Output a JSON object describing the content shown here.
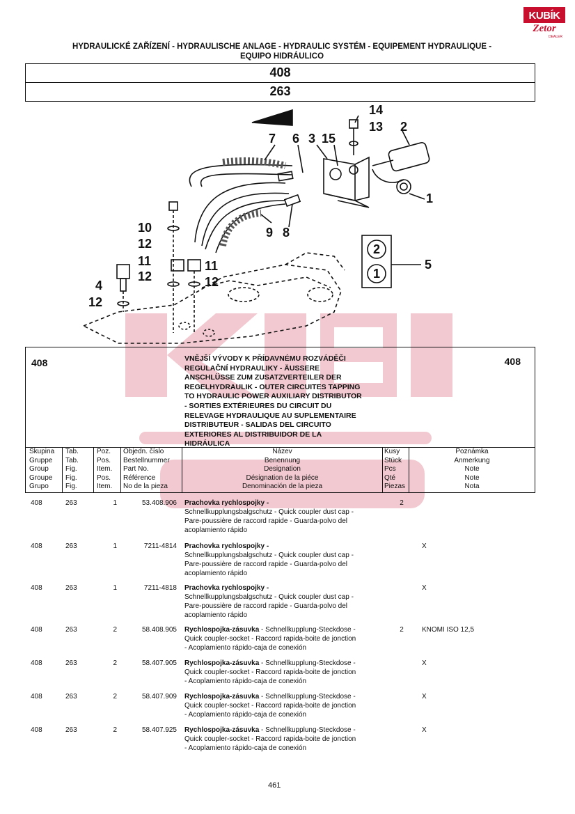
{
  "logo": {
    "brand": "KUBÍK",
    "sub": "Zetor",
    "dealer": "DEALER"
  },
  "header": {
    "title_line1": "HYDRAULICKÉ ZAŘÍZENÍ - HYDRAULISCHE ANLAGE - HYDRAULIC SYSTÉM - EQUIPEMENT HYDRAULIQUE -",
    "title_line2": "EQUIPO HIDRÁULICO",
    "group": "408",
    "figure": "263"
  },
  "diagram": {
    "callouts": [
      "14",
      "13",
      "2",
      "7",
      "6",
      "3",
      "15",
      "1",
      "10",
      "12",
      "9",
      "8",
      "5",
      "11",
      "11",
      "4",
      "12",
      "12",
      "12"
    ],
    "box_labels": [
      "2",
      "1"
    ]
  },
  "description": {
    "group_left": "408",
    "group_right": "408",
    "lines": [
      "VNĚJŠÍ VÝVODY K PŘÍDAVNÉMU ROZVÁDĚČI",
      "REGULAČNÍ HYDRAULIKY - ÄUSSERE",
      "ANSCHLÜSSE ZUM ZUSATZVERTEILER DER",
      "REGELHYDRAULIK - OUTER CIRCUITES TAPPING",
      "TO  HYDRAULIC POWER AUXILIARY DISTRIBUTOR",
      "- SORTIES EXTÉRIEURES DU CIRCUIT DU",
      "RELEVAGE HYDRAULIQUE AU SUPLEMENTAIRE",
      "DISTRIBUTEUR - SALIDAS DEL CIRCUITO",
      "EXTERIORES AL DISTRIBUIDOR DE LA",
      "HIDRÁULICA"
    ]
  },
  "columns": {
    "group": [
      "Skupina",
      "Gruppe",
      "Group",
      "Groupe",
      "Grupo"
    ],
    "figure": [
      "Tab.",
      "Tab.",
      "Fig.",
      "Fig.",
      "Fig."
    ],
    "position": [
      "Poz.",
      "Pos.",
      "Item.",
      "Pos.",
      "Item."
    ],
    "number": [
      "Objedn. číslo",
      "Bestellnummer",
      "Part No.",
      "Référence",
      "No de la pieza"
    ],
    "name": [
      "Název",
      "Benennung",
      "Designation",
      "Désignation de la piéce",
      "Denominación de la pieza"
    ],
    "qty": [
      "Kusy",
      "Stück",
      "Pcs",
      "Qté",
      "Piezas"
    ],
    "note": [
      "Poznámka",
      "Anmerkung",
      "Note",
      "Note",
      "Nota"
    ]
  },
  "parts": [
    {
      "group": "408",
      "fig": "263",
      "pos": "1",
      "number": "53.408.906",
      "name_bold": "Prachovka rychlospojky -",
      "name_rest": [
        "Schnellkupplungsbalgschutz - Quick coupler dust cap -",
        "Pare-poussière de raccord rapide -  Guarda-polvo del",
        "acoplamiento rápido"
      ],
      "qty": "2",
      "note": ""
    },
    {
      "group": "408",
      "fig": "263",
      "pos": "1",
      "number": "7211-4814",
      "name_bold": "Prachovka rychlospojky -",
      "name_rest": [
        "Schnellkupplungsbalgschutz - Quick coupler dust cap -",
        "Pare-poussière de raccord rapide -  Guarda-polvo del",
        "acoplamiento rápido"
      ],
      "qty": "",
      "note": "X"
    },
    {
      "group": "408",
      "fig": "263",
      "pos": "1",
      "number": "7211-4818",
      "name_bold": "Prachovka rychlospojky -",
      "name_rest": [
        "Schnellkupplungsbalgschutz - Quick coupler dust cap -",
        "Pare-poussière de raccord rapide -  Guarda-polvo del",
        "acoplamiento rápido"
      ],
      "qty": "",
      "note": "X"
    },
    {
      "group": "408",
      "fig": "263",
      "pos": "2",
      "number": "58.408.905",
      "name_bold": "Rychlospojka-zásuvka",
      "name_first_rest": " - Schnellkupplung-Steckdose -",
      "name_rest": [
        "Quick coupler-socket - Raccord rapida-boite de jonction",
        "- Acoplamiento rápido-caja de conexión"
      ],
      "qty": "2",
      "note": "KNOMI ISO 12,5"
    },
    {
      "group": "408",
      "fig": "263",
      "pos": "2",
      "number": "58.407.905",
      "name_bold": "Rychlospojka-zásuvka",
      "name_first_rest": " - Schnellkupplung-Steckdose -",
      "name_rest": [
        "Quick coupler-socket - Raccord rapida-boite de jonction",
        "- Acoplamiento rápido-caja de conexión"
      ],
      "qty": "",
      "note": "X"
    },
    {
      "group": "408",
      "fig": "263",
      "pos": "2",
      "number": "58.407.909",
      "name_bold": "Rychlospojka-zásuvka",
      "name_first_rest": " - Schnellkupplung-Steckdose -",
      "name_rest": [
        "Quick coupler-socket - Raccord rapida-boite de jonction",
        "- Acoplamiento rápido-caja de conexión"
      ],
      "qty": "",
      "note": "X"
    },
    {
      "group": "408",
      "fig": "263",
      "pos": "2",
      "number": "58.407.925",
      "name_bold": "Rychlospojka-zásuvka",
      "name_first_rest": " - Schnellkupplung-Steckdose -",
      "name_rest": [
        "Quick coupler-socket - Raccord rapida-boite de jonction",
        "- Acoplamiento rápido-caja de conexión"
      ],
      "qty": "",
      "note": "X"
    }
  ],
  "footer": {
    "page": "461"
  }
}
